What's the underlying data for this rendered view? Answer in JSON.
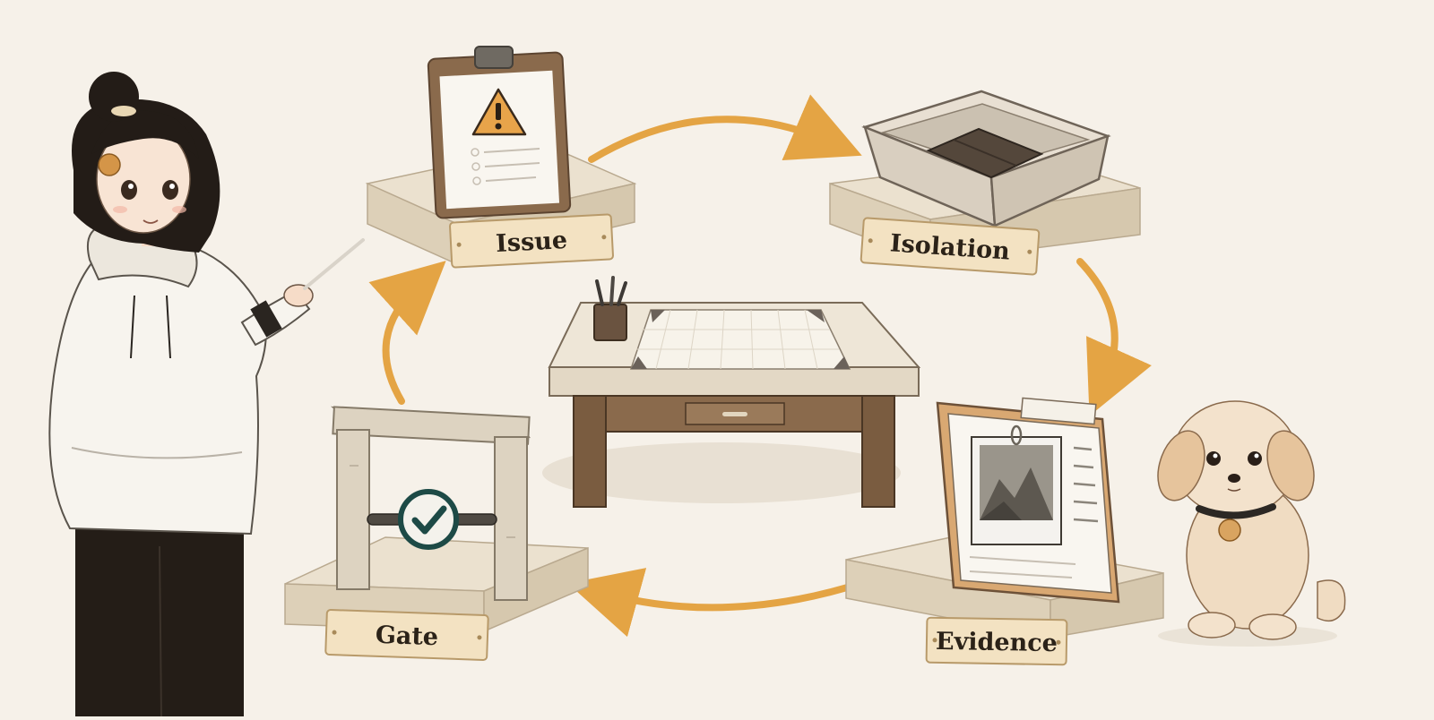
{
  "stations": {
    "issue": {
      "label": "Issue"
    },
    "isolation": {
      "label": "Isolation"
    },
    "evidence": {
      "label": "Evidence"
    },
    "gate": {
      "label": "Gate"
    }
  },
  "colors": {
    "background": "#f6f1e9",
    "arrow": "#e4a444",
    "plaque": "#f3e2c2",
    "stone": "#ebe1cf",
    "wood": "#7a5c40",
    "check_ring": "#1d4a46"
  },
  "icons": {
    "issue": "clipboard-warning-icon",
    "isolation": "tray-icon",
    "evidence": "folder-photo-icon",
    "gate": "gate-check-icon",
    "center": "workbench-icon"
  }
}
